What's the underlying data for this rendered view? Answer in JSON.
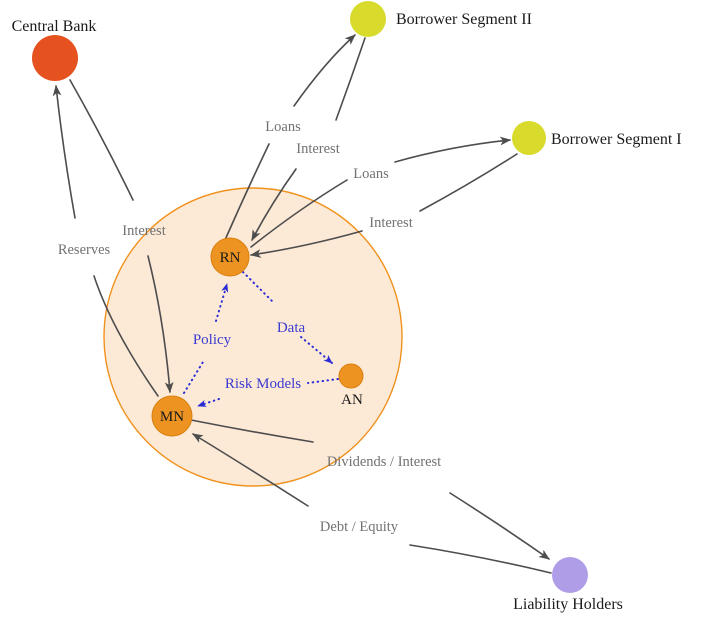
{
  "diagram": {
    "nodes": {
      "central_bank": {
        "label": "Central Bank"
      },
      "borrower_segment_ii": {
        "label": "Borrower Segment II"
      },
      "borrower_segment_i": {
        "label": "Borrower Segment I"
      },
      "liability_holders": {
        "label": "Liability Holders"
      },
      "rn": {
        "label": "RN"
      },
      "mn": {
        "label": "MN"
      },
      "an": {
        "label": "AN"
      }
    },
    "edges": {
      "reserves": {
        "label": "Reserves",
        "from": "MN",
        "to": "Central Bank"
      },
      "interest_central_bank": {
        "label": "Interest",
        "from": "Central Bank",
        "to": "MN"
      },
      "loans_segment_ii": {
        "label": "Loans",
        "from": "RN",
        "to": "Borrower Segment II"
      },
      "interest_segment_ii": {
        "label": "Interest",
        "from": "Borrower Segment II",
        "to": "RN"
      },
      "loans_segment_i": {
        "label": "Loans",
        "from": "RN",
        "to": "Borrower Segment I"
      },
      "interest_segment_i": {
        "label": "Interest",
        "from": "Borrower Segment I",
        "to": "RN"
      },
      "dividends_interest": {
        "label": "Dividends / Interest",
        "from": "MN",
        "to": "Liability Holders"
      },
      "debt_equity": {
        "label": "Debt / Equity",
        "from": "Liability Holders",
        "to": "MN"
      },
      "policy": {
        "label": "Policy",
        "from": "MN",
        "to": "RN"
      },
      "data": {
        "label": "Data",
        "from": "RN",
        "to": "AN"
      },
      "risk_models": {
        "label": "Risk Models",
        "from": "AN",
        "to": "MN"
      }
    },
    "colors": {
      "inner_node_fill": "#ec9322",
      "inner_node_stroke": "#d9800f",
      "bank_circle_fill": "#fcead7",
      "bank_circle_stroke": "#f0911d",
      "central_bank_fill": "#e5521f",
      "borrower_fill": "#d8db2c",
      "liability_fill": "#b09de8",
      "edge_stroke": "#4d4d4d",
      "edge_label_color": "#717171",
      "info_edge_stroke": "#2b2bd6",
      "info_label_color": "#3b3bd0",
      "node_label_color": "#1a1a1a"
    }
  }
}
